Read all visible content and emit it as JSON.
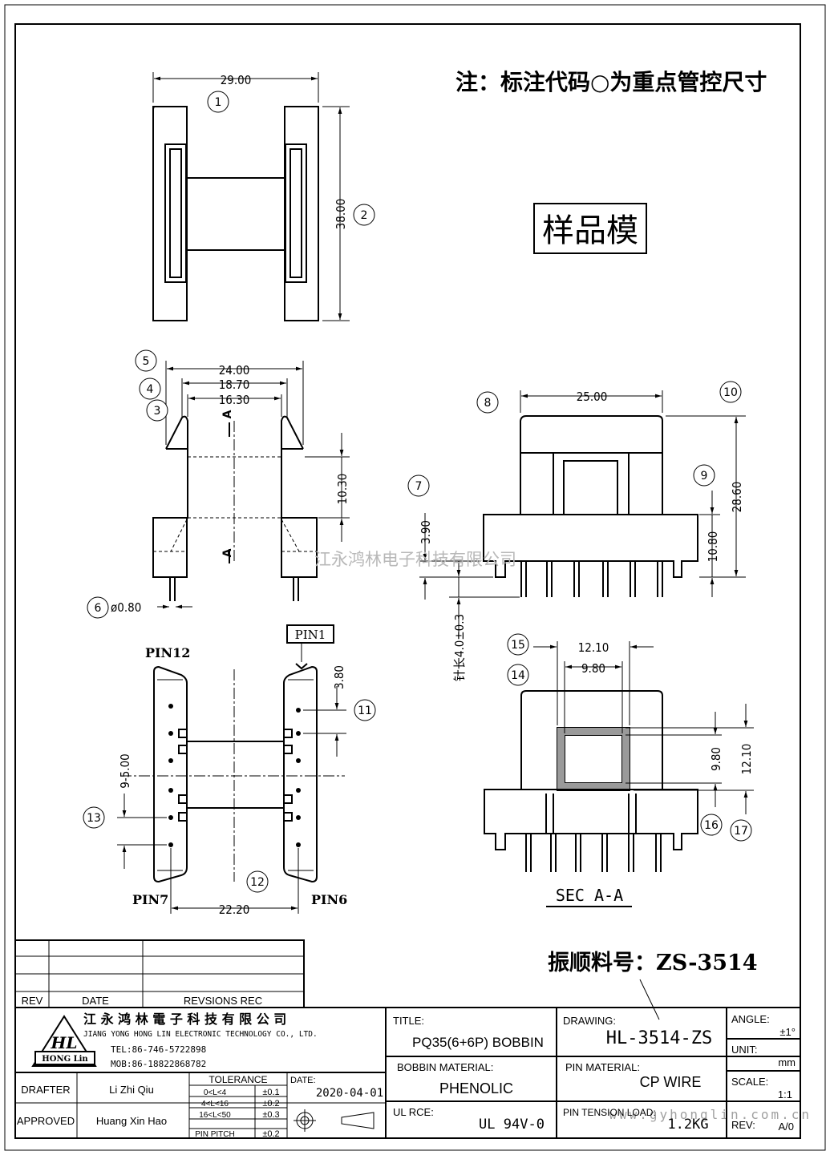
{
  "note": "注：标注代码○为重点管控尺寸",
  "sample_label": "样品模",
  "watermark": "江永鸿林电子科技有限公司",
  "watermark_url": "www.gyhonglin.com.cn",
  "part_number": "振顺料号：ZS-3514",
  "section_label": "SEC A-A",
  "view_top": {
    "dims": {
      "width": "29.00",
      "height": "38.00"
    },
    "callouts": [
      "1",
      "2"
    ]
  },
  "view_front": {
    "dims": {
      "w1": "24.00",
      "w2": "18.70",
      "w3": "16.30",
      "h1": "10.30",
      "pin_dia": "ø0.80"
    },
    "section_marks": [
      "A",
      "A"
    ],
    "callouts": [
      "5",
      "4",
      "3",
      "6"
    ]
  },
  "view_side": {
    "dims": {
      "width": "25.00",
      "height": "28.60",
      "h2": "10.80",
      "h3": "3.90",
      "pin_len": "针长4.0±0.3"
    },
    "callouts": [
      "8",
      "10",
      "9",
      "7"
    ]
  },
  "view_bottom": {
    "labels": {
      "pin12": "PIN12",
      "pin1": "PIN1",
      "pin7": "PIN7",
      "pin6": "PIN6"
    },
    "dims": {
      "pitch_top": "3.80",
      "pitch": "9-5.00",
      "span": "22.20"
    },
    "callouts": [
      "11",
      "13",
      "12"
    ]
  },
  "view_section": {
    "dims": {
      "outer_w": "12.10",
      "inner_w": "9.80",
      "inner_h": "9.80",
      "outer_h": "12.10"
    },
    "callouts": [
      "15",
      "14",
      "16",
      "17"
    ]
  },
  "title_block": {
    "rev_header": {
      "rev": "REV",
      "date": "DATE",
      "rec": "REVSIONS REC"
    },
    "company_cn": "江 永 鸿 林 電 子 科 技 有 限 公 司",
    "company_en": "JIANG YONG HONG LIN ELECTRONIC TECHNOLOGY CO., LTD.",
    "logo_text": "HL",
    "logo_sub": "HONG Lin",
    "tel": "TEL:86-746-5722898",
    "mob": "MOB:86-18822868782",
    "drafter_label": "DRAFTER",
    "drafter": "Li Zhi Qiu",
    "approved_label": "APPROVED",
    "approved": "Huang Xin Hao",
    "tolerance_label": "TOLERANCE",
    "tolerances": [
      {
        "range": "0<L<4",
        "tol": "±0.1"
      },
      {
        "range": "4<L<16",
        "tol": "±0.2"
      },
      {
        "range": "16<L<50",
        "tol": "±0.3"
      },
      {
        "range": "PIN PITCH",
        "tol": "±0.2"
      }
    ],
    "date_label": "DATE:",
    "date": "2020-04-01",
    "title_label": "TITLE:",
    "title": "PQ35(6+6P)  BOBBIN",
    "drawing_label": "DRAWING:",
    "drawing": "HL-3514-ZS",
    "angle_label": "ANGLE:",
    "angle": "±1°",
    "unit_label": "UNIT:",
    "unit": "mm",
    "bobbin_material_label": "BOBBIN MATERIAL:",
    "bobbin_material": "PHENOLIC",
    "pin_material_label": "PIN MATERIAL:",
    "pin_material": "CP WIRE",
    "scale_label": "SCALE:",
    "scale": "1:1",
    "ul_label": "UL RCE:",
    "ul": "UL 94V-0",
    "pin_tension_label": "PIN TENSION LOAD:",
    "pin_tension": "1.2KG",
    "rev_label": "REV:",
    "rev": "A/0"
  }
}
